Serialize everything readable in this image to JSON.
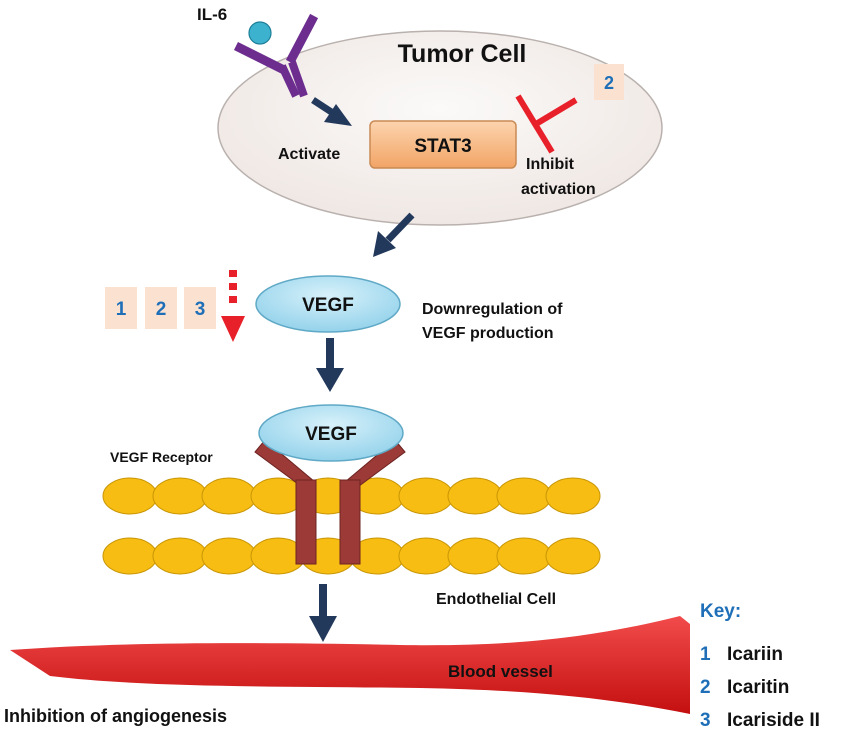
{
  "labels": {
    "il6": "IL-6",
    "tumor_cell": "Tumor Cell",
    "activate": "Activate",
    "stat3": "STAT3",
    "inhibit_line1": "Inhibit",
    "inhibit_line2": "activation",
    "vegf_top": "VEGF",
    "downreg_line1": "Downregulation of",
    "downreg_line2": "VEGF production",
    "vegf_bottom": "VEGF",
    "vegf_receptor": "VEGF Receptor",
    "endothelial_cell": "Endothelial Cell",
    "blood_vessel": "Blood vessel",
    "inhibition_angiogenesis": "Inhibition of angiogenesis"
  },
  "badges": {
    "stat3_badge": "2",
    "vegf_badges": [
      "1",
      "2",
      "3"
    ]
  },
  "key": {
    "title": "Key:",
    "items": [
      {
        "num": "1",
        "name": "Icariin"
      },
      {
        "num": "2",
        "name": "Icaritin"
      },
      {
        "num": "3",
        "name": "Icariside II"
      }
    ]
  },
  "colors": {
    "arrow": "#23395b",
    "inhibit": "#e8202a",
    "number_blue": "#1e6fb8",
    "stat3_box": "#f7b57a",
    "vegf_ellipse": "#a9dcef",
    "receptor": "#9b3a37",
    "membrane_cell": "#f7bd13",
    "blood_vessel": "#e11b1b",
    "badge_bg": "#fbe2d0",
    "tumor_cell_fill": "#f6f1ee"
  }
}
